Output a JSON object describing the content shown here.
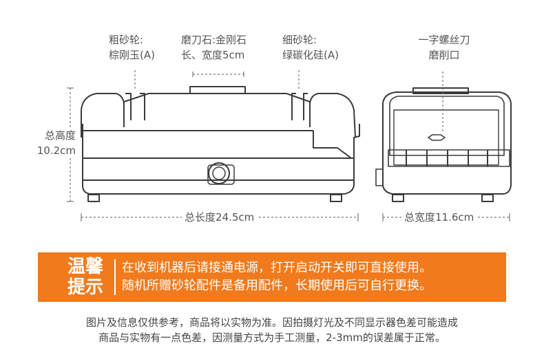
{
  "labels": {
    "coarse_wheel": {
      "line1": "粗砂轮:",
      "line2": "棕刚玉(A)"
    },
    "whetstone": {
      "line1": "磨刀石:金刚石",
      "line2": "长、宽度5cm"
    },
    "fine_wheel": {
      "line1": "细砂轮:",
      "line2": "绿碳化硅(A)"
    },
    "screwdriver_port": {
      "line1": "一字螺丝刀",
      "line2": "磨削口"
    },
    "total_height": {
      "line1": "总高度",
      "line2": "10.2cm"
    },
    "total_length": "总长度24.5cm",
    "total_width": "总宽度11.6cm"
  },
  "notice": {
    "title_line1": "温馨",
    "title_line2": "提示",
    "line1": "在收到机器后请接通电源，打开启动开关即可直接使用。",
    "line2": "随机所赠砂轮配件是备用配件，长期使用后可自行更换。",
    "color": "#f07a1c"
  },
  "disclaimer": {
    "line1": "图片及信息仅供参考，商品将以实物为准。因拍摄灯光及不同显示器色差可能造成",
    "line2": "商品与实物有一点色差，因测量方式为手工测量，2-3mm的误差属于正常。"
  }
}
